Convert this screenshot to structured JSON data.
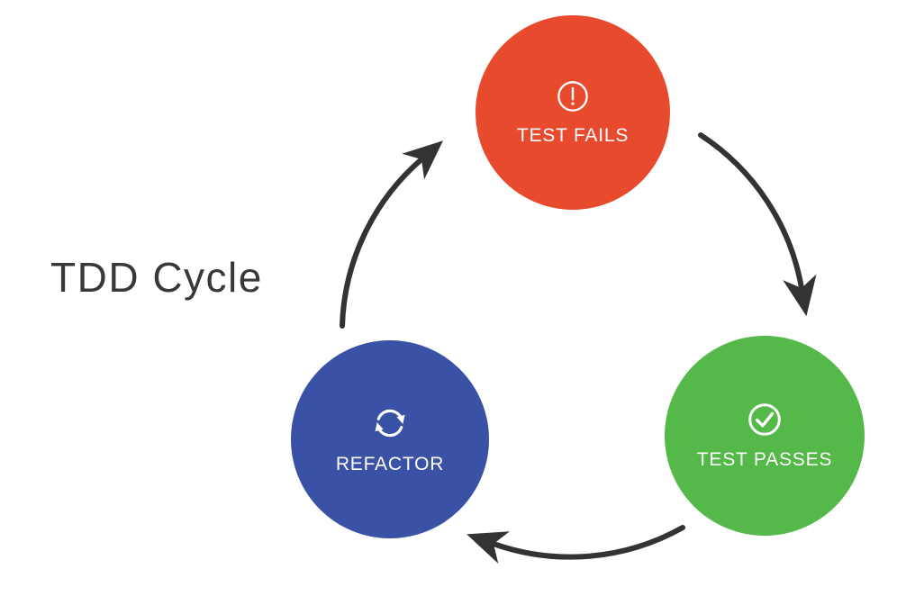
{
  "title": "TDD Cycle",
  "diagram": {
    "type": "cycle",
    "direction": "clockwise",
    "nodes": [
      {
        "id": "test-fails",
        "label": "TEST FAILS",
        "icon": "alert-circle-icon",
        "color": "#E84A2E"
      },
      {
        "id": "test-passes",
        "label": "TEST PASSES",
        "icon": "check-circle-icon",
        "color": "#54B948"
      },
      {
        "id": "refactor",
        "label": "REFACTOR",
        "icon": "refresh-cycle-icon",
        "color": "#3A52A5"
      }
    ],
    "edges": [
      {
        "from": "test-fails",
        "to": "test-passes"
      },
      {
        "from": "test-passes",
        "to": "refactor"
      },
      {
        "from": "refactor",
        "to": "test-fails"
      }
    ]
  },
  "colors": {
    "background": "#FFFFFF",
    "red": "#E84A2E",
    "green": "#54B948",
    "blue": "#3A52A5",
    "arrow": "#333333",
    "title_text": "#39393B",
    "node_text": "#FFFFFF"
  }
}
